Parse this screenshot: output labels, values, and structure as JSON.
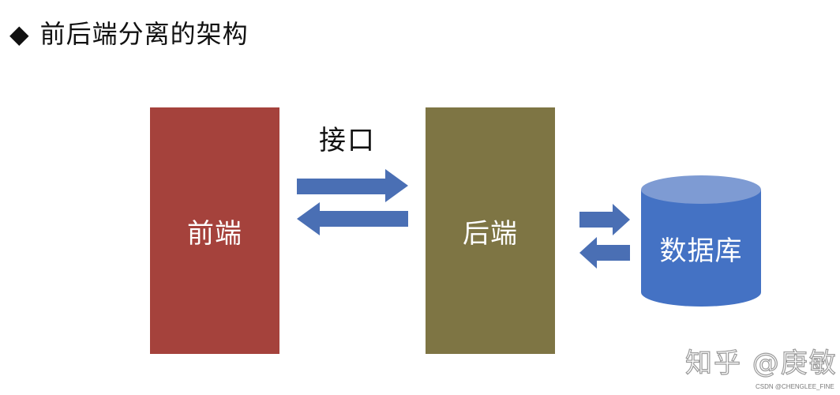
{
  "title": {
    "bullet": "◆",
    "text": "前后端分离的架构"
  },
  "nodes": {
    "frontend": {
      "label": "前端",
      "color": "#A5423C"
    },
    "backend": {
      "label": "后端",
      "color": "#7E7544"
    },
    "database": {
      "label": "数据库",
      "color": "#4472C4",
      "top_color": "#7E9BD3"
    }
  },
  "interface_label": "接口",
  "arrow_color": "#4A6FB4",
  "watermark": "知乎 @庚敏",
  "credit": "CSDN @CHENGLEE_FINE"
}
